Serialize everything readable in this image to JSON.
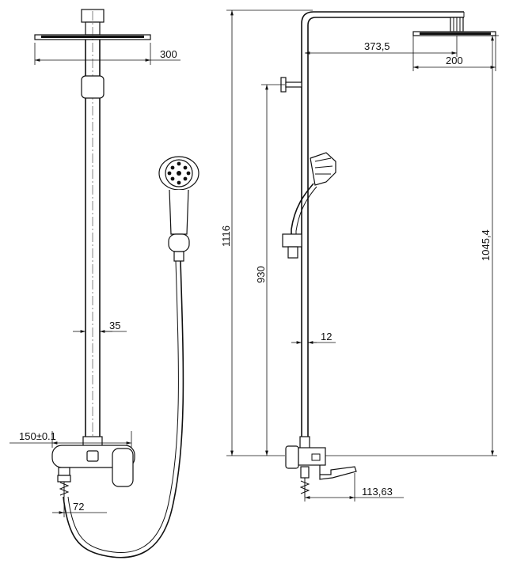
{
  "drawing": {
    "front_view": {
      "head_width": "300",
      "pipe_diameter": "35",
      "mixer_spacing": "150±0.1",
      "inlet_spacing": "72"
    },
    "side_view": {
      "total_height": "1116",
      "holder_height": "930",
      "arm_projection": "373,5",
      "head_diameter": "200",
      "head_height": "1045,4",
      "tube_width": "12",
      "spout_projection": "113,63"
    }
  }
}
